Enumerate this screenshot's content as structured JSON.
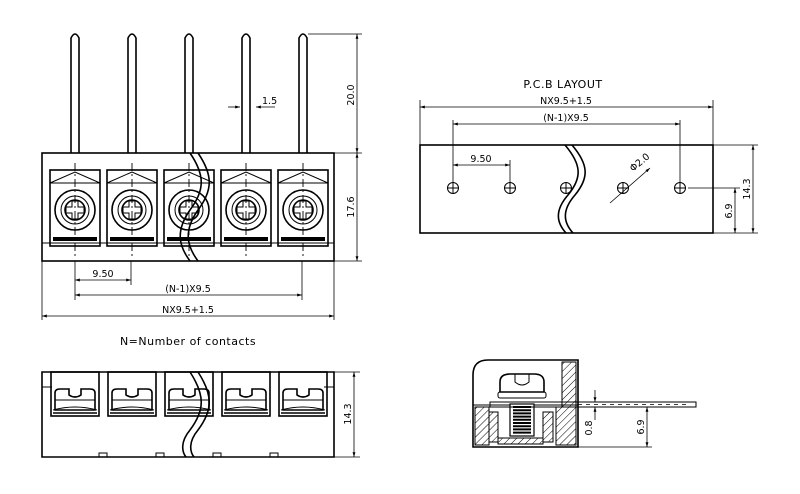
{
  "drawing": {
    "front_view": {
      "contacts": 5,
      "dim_pin_length": "20.0",
      "dim_pin_width": "1.5",
      "dim_body_height": "17.6",
      "dim_pitch": "9.50",
      "dim_span": "(N-1)X9.5",
      "dim_total": "NX9.5+1.5"
    },
    "note": "N=Number of contacts",
    "pcb_layout": {
      "title": "P.C.B LAYOUT",
      "dim_total": "NX9.5+1.5",
      "dim_span": "(N-1)X9.5",
      "dim_pitch": "9.50",
      "dim_hole": "Φ2.0",
      "dim_height": "14.3",
      "dim_hole_offset": "6.9"
    },
    "bottom_view": {
      "contacts": 5,
      "dim_height": "14.3"
    },
    "side_view": {
      "dim_pin_thickness": "0.8",
      "dim_pin_height": "6.9"
    }
  }
}
